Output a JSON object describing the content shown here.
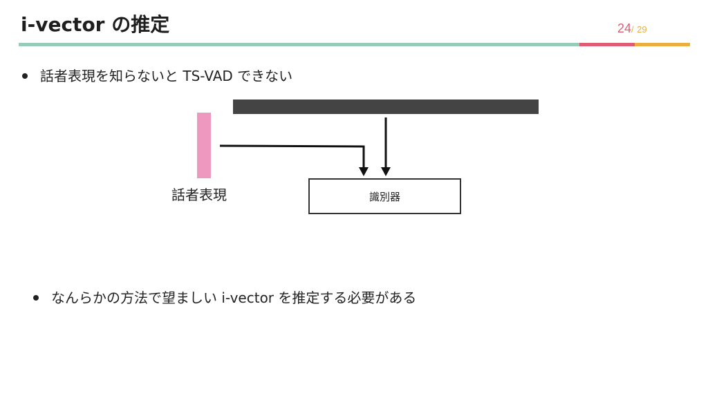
{
  "slide": {
    "title": "i-vector の推定",
    "page_current": "24",
    "page_separator": "/",
    "page_total": "29",
    "bullets": [
      "話者表現を知らないと TS-VAD できない",
      "なんらかの方法で望ましい i-vector を推定する必要がある"
    ]
  },
  "diagram": {
    "speaker_label": "話者表現",
    "classifier_label": "識別器"
  },
  "colors": {
    "rule_green": "#95cdb8",
    "rule_red": "#de5d75",
    "rule_yellow": "#ebae3f",
    "page_current": "#de5d75",
    "page_total": "#ebae3f",
    "speaker_bar": "#ee97bf",
    "feature_bar": "#444444",
    "arrow": "#111111"
  }
}
